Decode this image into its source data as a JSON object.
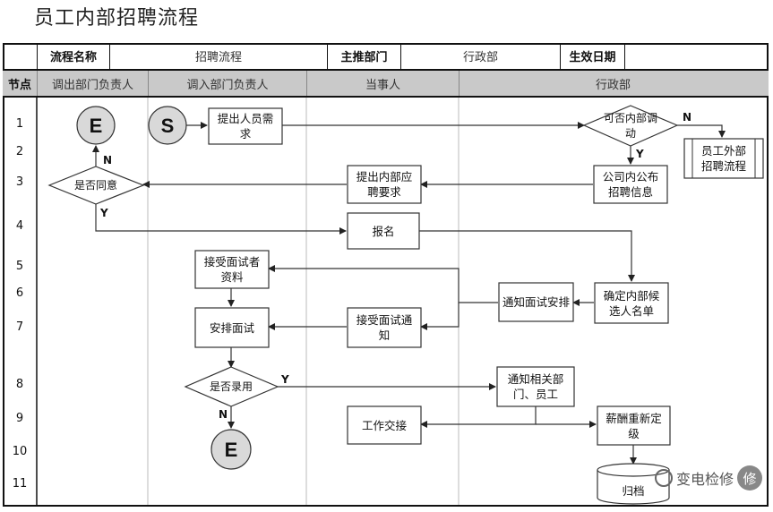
{
  "title": "员工内部招聘流程",
  "header": {
    "flow_name_label": "流程名称",
    "flow_name_value": "招聘流程",
    "dept_label": "主推部门",
    "dept_value": "行政部",
    "date_label": "生效日期",
    "date_value": ""
  },
  "lanes": {
    "node_col": "节点",
    "items": [
      "调出部门负责人",
      "调入部门负责人",
      "当事人",
      "行政部"
    ]
  },
  "rows": [
    "1",
    "2",
    "3",
    "4",
    "5",
    "6",
    "7",
    "8",
    "9",
    "10",
    "11"
  ],
  "nodes": {
    "start": "S",
    "end_top": "E",
    "end_bottom": "E",
    "raise_need": "提出人员需求",
    "can_transfer": "可否内部调动",
    "external": "员工外部招聘流程",
    "publish": "公司内公布招聘信息",
    "propose": "提出内部应聘要求",
    "agree": "是否同意",
    "signup": "报名",
    "confirm": "确定内部候选人名单",
    "receive_info": "接受面试者资料",
    "notify_interview": "通知面试安排",
    "arrange": "安排面试",
    "receive_notice": "接受面试通知",
    "hired": "是否录用",
    "notify_dept": "通知相关部门、员工",
    "handover": "工作交接",
    "salary": "薪酬重新定级",
    "archive": "归档"
  },
  "labels": {
    "n1": "N",
    "y1": "Y",
    "n2": "N",
    "y2": "Y",
    "y3": "Y",
    "n3": "N"
  },
  "watermark": {
    "text": "变电检修",
    "badge": "修"
  }
}
